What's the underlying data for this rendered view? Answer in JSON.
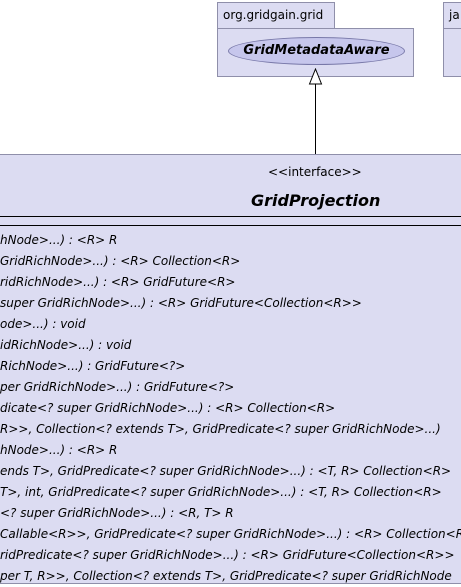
{
  "packages": [
    {
      "name": "org.gridgain.grid",
      "interface": "GridMetadataAware"
    },
    {
      "name": "ja"
    }
  ],
  "main_interface": {
    "stereotype": "<<interface>>",
    "name": "GridProjection"
  },
  "methods": [
    "hNode>...) : <R> R",
    "GridRichNode>...) : <R> Collection<R>",
    "ridRichNode>...) : <R> GridFuture<R>",
    "super GridRichNode>...) : <R> GridFuture<Collection<R>>",
    "ode>...) : void",
    "idRichNode>...) : void",
    "RichNode>...) : GridFuture<?>",
    "per GridRichNode>...) : GridFuture<?>",
    "dicate<? super GridRichNode>...) : <R> Collection<R>",
    " R>>, Collection<? extends T>, GridPredicate<? super GridRichNode>...)",
    "hNode>...) : <R> R",
    "ends T>, GridPredicate<? super GridRichNode>...) : <T, R> Collection<R>",
    "T>, int, GridPredicate<? super GridRichNode>...) : <T, R> Collection<R>",
    "<? super GridRichNode>...) : <R, T> R",
    "Callable<R>>, GridPredicate<? super GridRichNode>...) : <R> Collection<R",
    "ridPredicate<? super GridRichNode>...) : <R> GridFuture<Collection<R>>",
    "per T, R>>, Collection<? extends T>, GridPredicate<? super GridRichNode"
  ]
}
